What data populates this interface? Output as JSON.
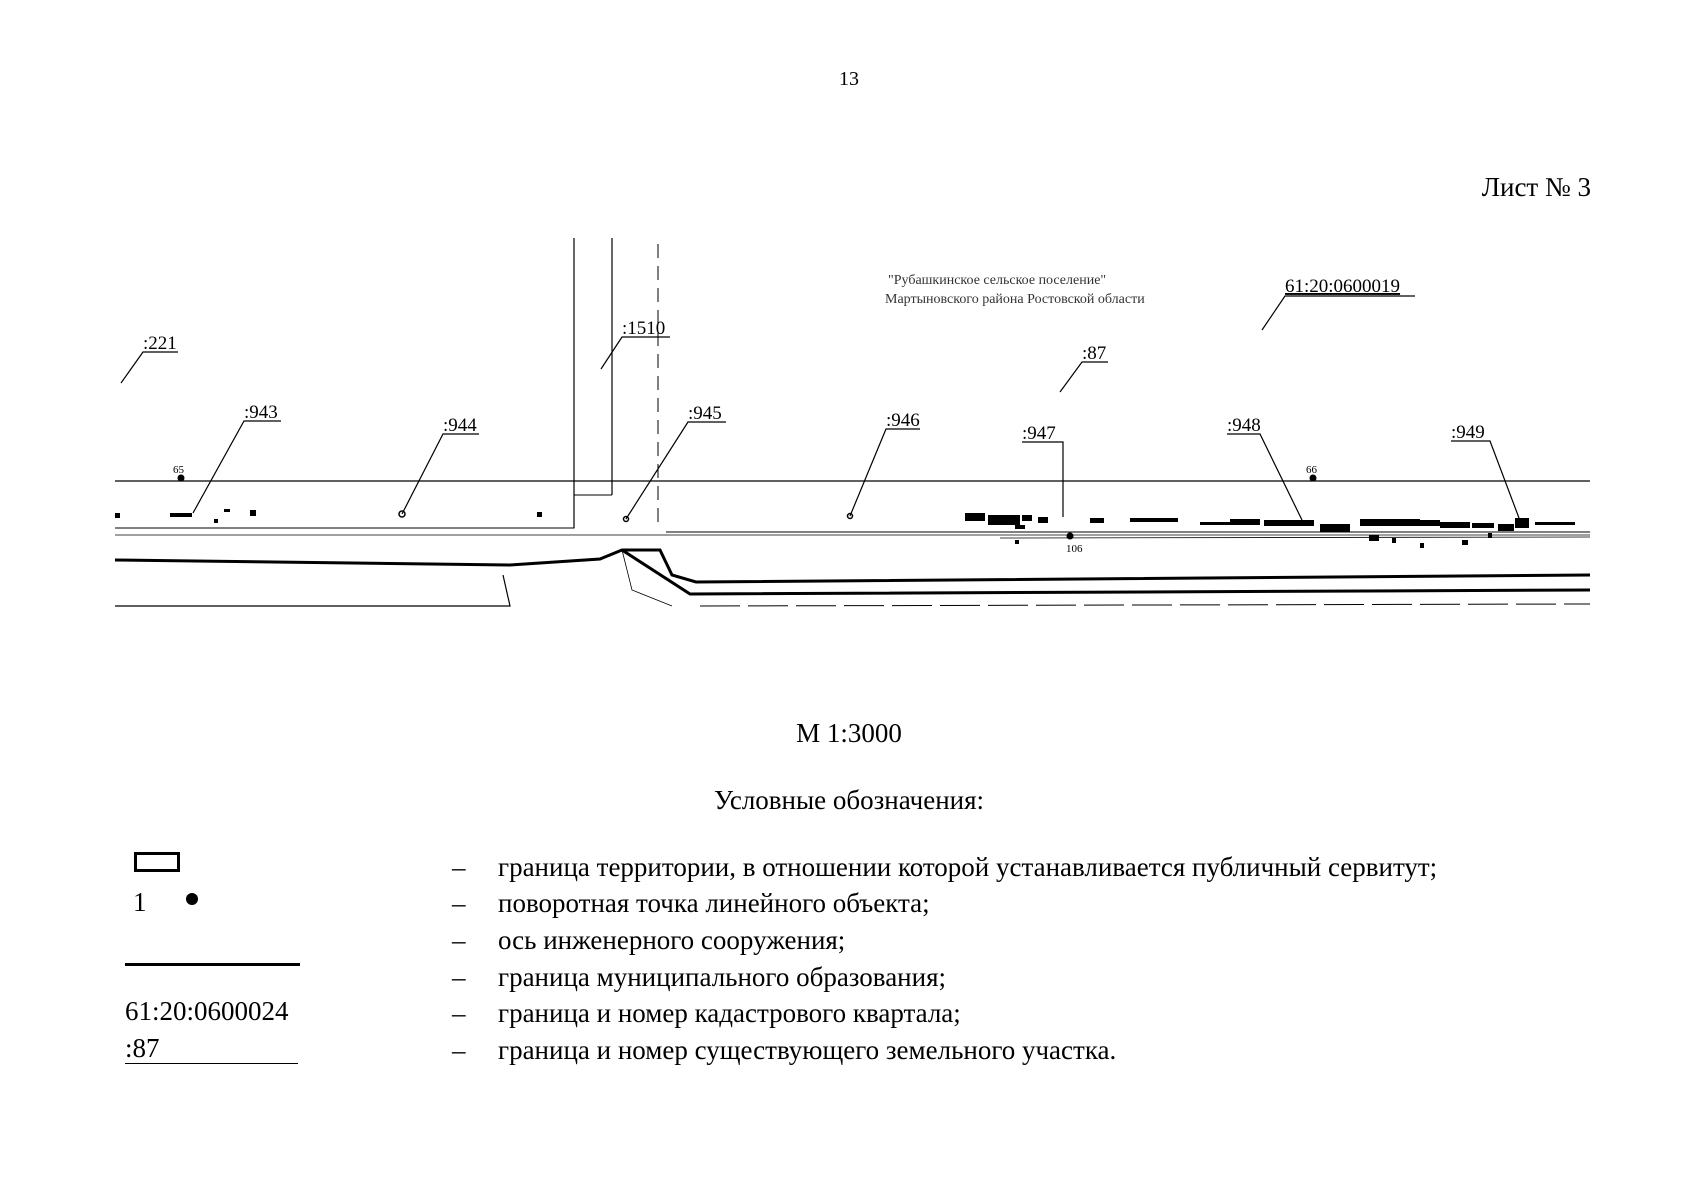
{
  "page_number": "13",
  "sheet_label": "Лист № 3",
  "map": {
    "settlement_line1": "\"Рубашкинское сельское поселение\"",
    "settlement_line2": "Мартыновского района Ростовской области",
    "quarter_number": "61:20:0600019",
    "parcels": [
      ":221",
      ":1510",
      ":87",
      ":943",
      ":944",
      ":945",
      ":946",
      ":947",
      ":948",
      ":949"
    ],
    "points": [
      "65",
      "66",
      "106"
    ]
  },
  "scale": "М 1:3000",
  "legend": {
    "title": "Условные обозначения:",
    "point_sample_number": "1",
    "quarter_sample": "61:20:0600024",
    "parcel_sample": ":87",
    "items": [
      "границa территории, в отношении которой устанавливается публичный сервитут;",
      "поворотная точка линейного объекта;",
      "ось инженерного сооружения;",
      "граница муниципального образования;",
      "граница и номер кадастрового квартала;",
      "граница и номер существующего земельного участка."
    ],
    "dash": "–"
  }
}
